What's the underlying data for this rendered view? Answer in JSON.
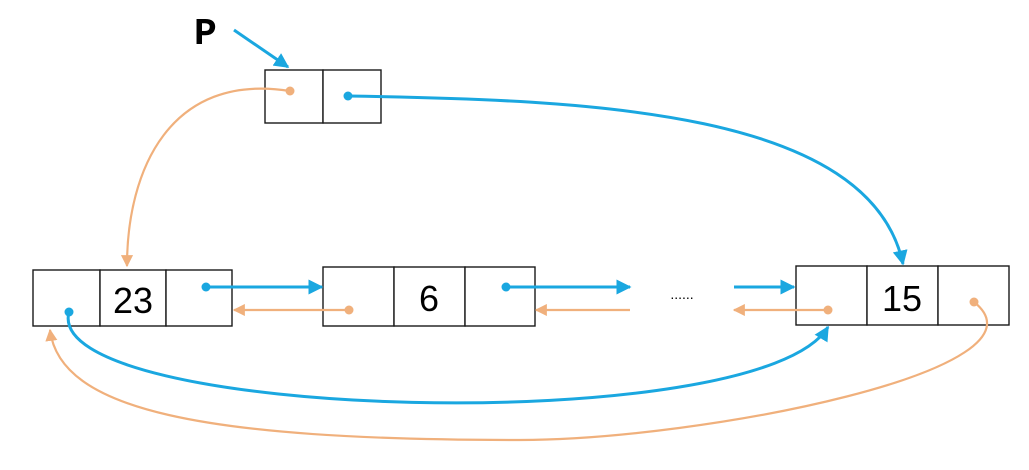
{
  "pointer": {
    "label": "P"
  },
  "nodes": [
    {
      "value": "23"
    },
    {
      "value": "6"
    },
    {
      "value": "15"
    }
  ],
  "ellipsis": "......",
  "colors": {
    "next_link": "#1aa7e0",
    "prior_link": "#f0b07c",
    "box_stroke": "#1a1a1a"
  }
}
